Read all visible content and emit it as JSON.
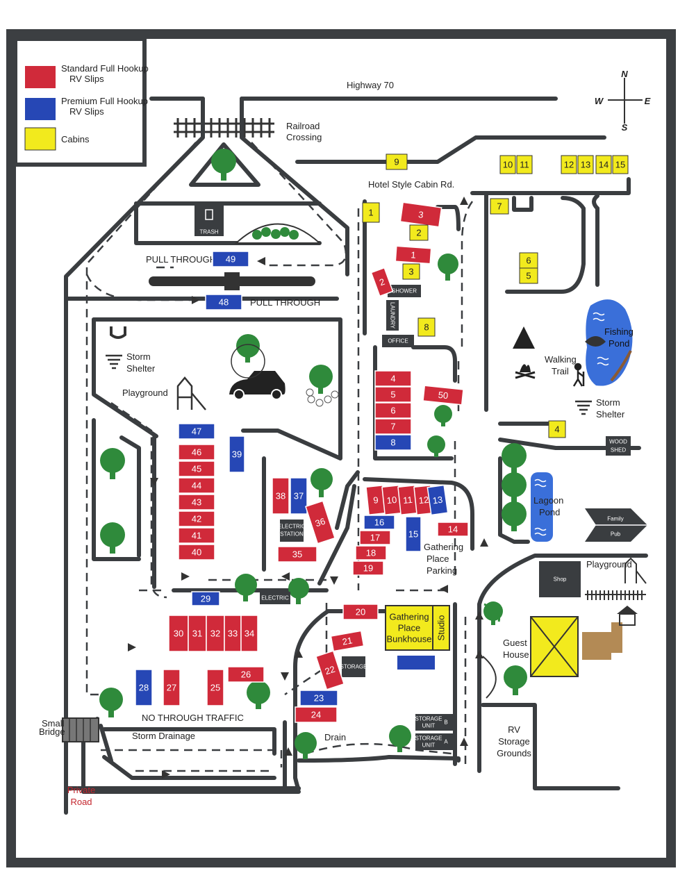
{
  "legend": {
    "standard": {
      "label": "Standard Full Hookup RV Slips",
      "color": "#d02a3a"
    },
    "premium": {
      "label": "Premium Full Hookup RV Slips",
      "color": "#2647b5"
    },
    "cabins": {
      "label": "Cabins",
      "color": "#f2ea1d"
    }
  },
  "compass": {
    "n": "N",
    "s": "S",
    "e": "E",
    "w": "W"
  },
  "labels": {
    "highway": "Highway 70",
    "railroad": "Railroad Crossing",
    "cabin_rd": "Hotel Style Cabin Rd.",
    "trash": "TRASH",
    "pull_through_1": "PULL THROUGH",
    "pull_through_2": "PULL THROUGH",
    "storm_shelter_1": "Storm Shelter",
    "storm_shelter_2": "Storm Shelter",
    "playground_1": "Playground",
    "playground_2": "Playground",
    "shower": "SHOWER",
    "laundry": "LAUNDRY",
    "office": "OFFICE",
    "walking_trail": "Walking Trail",
    "fishing_pond": "Fishing Pond",
    "wood_shed": "WOOD SHED",
    "lagoon_pond": "Lagoon Pond",
    "family_pub": "Family Pub",
    "shop": "Shop",
    "electric_station": "ELECTRIC STATION",
    "electric": "ELECTRIC",
    "gathering_parking": "Gathering Place Parking",
    "bunkhouse": "Gathering Place Bunkhouse",
    "studio": "Studio",
    "storage": "STORAGE",
    "guest_house": "Guest House",
    "no_through": "NO THROUGH TRAFFIC",
    "small_bridge": "Small Bridge",
    "storm_drainage": "Storm Drainage",
    "drain": "Drain",
    "storage_unit_b": "STORAGE UNIT B",
    "storage_unit_a": "STORAGE UNIT A",
    "rv_storage": "RV Storage Grounds",
    "private_road": "Private Road"
  },
  "sites": [
    {
      "n": "49",
      "t": "premium"
    },
    {
      "n": "48",
      "t": "premium"
    },
    {
      "n": "47",
      "t": "premium"
    },
    {
      "n": "46",
      "t": "standard"
    },
    {
      "n": "45",
      "t": "standard"
    },
    {
      "n": "44",
      "t": "standard"
    },
    {
      "n": "43",
      "t": "standard"
    },
    {
      "n": "42",
      "t": "standard"
    },
    {
      "n": "41",
      "t": "standard"
    },
    {
      "n": "40",
      "t": "standard"
    },
    {
      "n": "39",
      "t": "premium"
    },
    {
      "n": "38",
      "t": "standard"
    },
    {
      "n": "37",
      "t": "premium"
    },
    {
      "n": "36",
      "t": "standard"
    },
    {
      "n": "35",
      "t": "standard"
    },
    {
      "n": "29",
      "t": "premium"
    },
    {
      "n": "30",
      "t": "standard"
    },
    {
      "n": "31",
      "t": "standard"
    },
    {
      "n": "32",
      "t": "standard"
    },
    {
      "n": "33",
      "t": "standard"
    },
    {
      "n": "34",
      "t": "standard"
    },
    {
      "n": "28",
      "t": "premium"
    },
    {
      "n": "27",
      "t": "standard"
    },
    {
      "n": "25",
      "t": "standard"
    },
    {
      "n": "26",
      "t": "standard"
    },
    {
      "n": "24",
      "t": "standard"
    },
    {
      "n": "23",
      "t": "premium"
    },
    {
      "n": "22",
      "t": "standard"
    },
    {
      "n": "21",
      "t": "standard"
    },
    {
      "n": "20",
      "t": "standard"
    },
    {
      "n": "19",
      "t": "standard"
    },
    {
      "n": "18",
      "t": "standard"
    },
    {
      "n": "17",
      "t": "standard"
    },
    {
      "n": "16",
      "t": "premium"
    },
    {
      "n": "15",
      "t": "premium"
    },
    {
      "n": "14",
      "t": "standard"
    },
    {
      "n": "9",
      "t": "standard"
    },
    {
      "n": "10",
      "t": "standard"
    },
    {
      "n": "11",
      "t": "standard"
    },
    {
      "n": "12",
      "t": "standard"
    },
    {
      "n": "13",
      "t": "premium"
    },
    {
      "n": "4",
      "t": "standard"
    },
    {
      "n": "5",
      "t": "standard"
    },
    {
      "n": "6",
      "t": "standard"
    },
    {
      "n": "7",
      "t": "standard"
    },
    {
      "n": "8",
      "t": "premium"
    },
    {
      "n": "50",
      "t": "standard"
    },
    {
      "n": "3",
      "t": "standard"
    },
    {
      "n": "1",
      "t": "standard"
    },
    {
      "n": "2",
      "t": "standard"
    }
  ],
  "cabins": [
    "9",
    "10",
    "11",
    "12",
    "13",
    "14",
    "15",
    "1",
    "2",
    "3",
    "7",
    "6",
    "5",
    "8",
    "4"
  ]
}
